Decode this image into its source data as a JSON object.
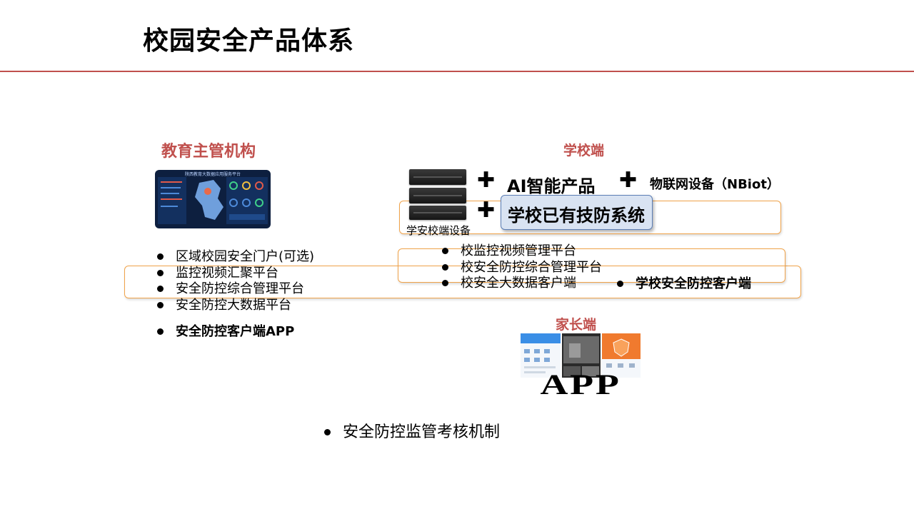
{
  "header": {
    "title": "校园安全产品体系"
  },
  "edu": {
    "heading": "教育主管机构",
    "dashboard_title": "陕西教育大数据应用服务平台",
    "items": [
      "区域校园安全门户(可选)",
      "监控视频汇聚平台",
      "安全防控综合管理平台",
      "安全防控大数据平台"
    ],
    "app_item": "安全防控客户端APP"
  },
  "school": {
    "heading": "学校端",
    "ai_product": "AI智能产品",
    "iot_device": "物联网设备（NBiot）",
    "existing_system": "学校已有技防系统",
    "device_caption": "学安校端设备",
    "items": [
      "校监控视频管理平台",
      "校安全防控综合管理平台",
      "校安全大数据客户端"
    ],
    "client_item": "学校安全防控客户端"
  },
  "parent": {
    "heading": "家长端",
    "app_label": "APP"
  },
  "footer_item": "安全防控监管考核机制",
  "colors": {
    "accent": "#c0504d",
    "box_border": "#f0a34a",
    "existing_fill": "#d9e3f2"
  }
}
